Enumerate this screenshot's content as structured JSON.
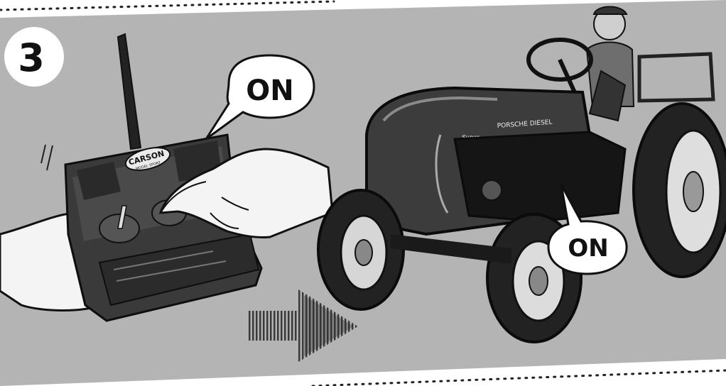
{
  "step": {
    "number": "3"
  },
  "remote": {
    "power_label": "ON",
    "brand_logo_text": "CARSON",
    "brand_logo_subtext": "MODEL SPORT"
  },
  "tractor": {
    "power_label": "ON",
    "hood_text": "PORSCHE DIESEL",
    "badge_text": "Super"
  }
}
